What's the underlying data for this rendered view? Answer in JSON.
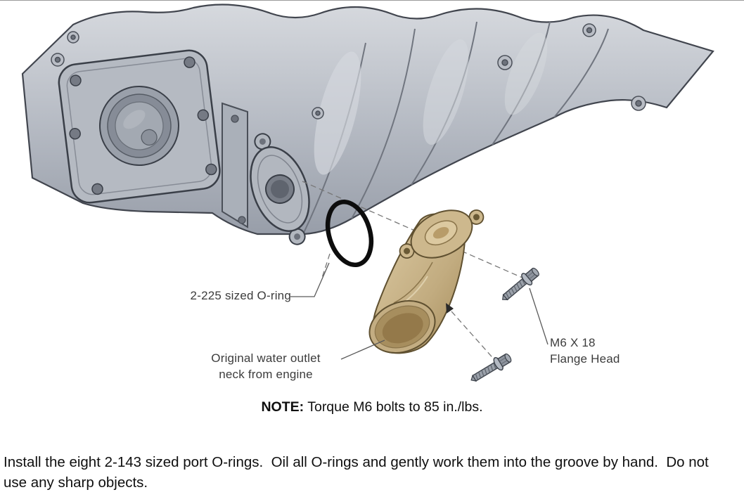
{
  "diagram": {
    "callouts": {
      "oring": "2-225 sized O-ring",
      "outlet_line1": "Original water outlet",
      "outlet_line2": "neck from engine",
      "bolt_line1": "M6 X 18",
      "bolt_line2": "Flange Head"
    },
    "parts": {
      "manifold": "intake-manifold-illustration",
      "oring": "o-ring-part",
      "outlet_neck": "water-outlet-neck-part",
      "bolts": "m6-flange-head-bolts"
    },
    "colors": {
      "metal": "#b5bac2",
      "metal_dark": "#8d939d",
      "brass": "#c9b48b",
      "outline": "#3a3f48",
      "oring_black": "#0d0d0d"
    }
  },
  "note": {
    "label": "NOTE:",
    "text": "Torque M6 bolts to 85 in./lbs."
  },
  "instructions": "Install the eight 2-143 sized port O-rings.  Oil all O-rings and gently work them into the groove by hand.  Do not use any sharp objects."
}
